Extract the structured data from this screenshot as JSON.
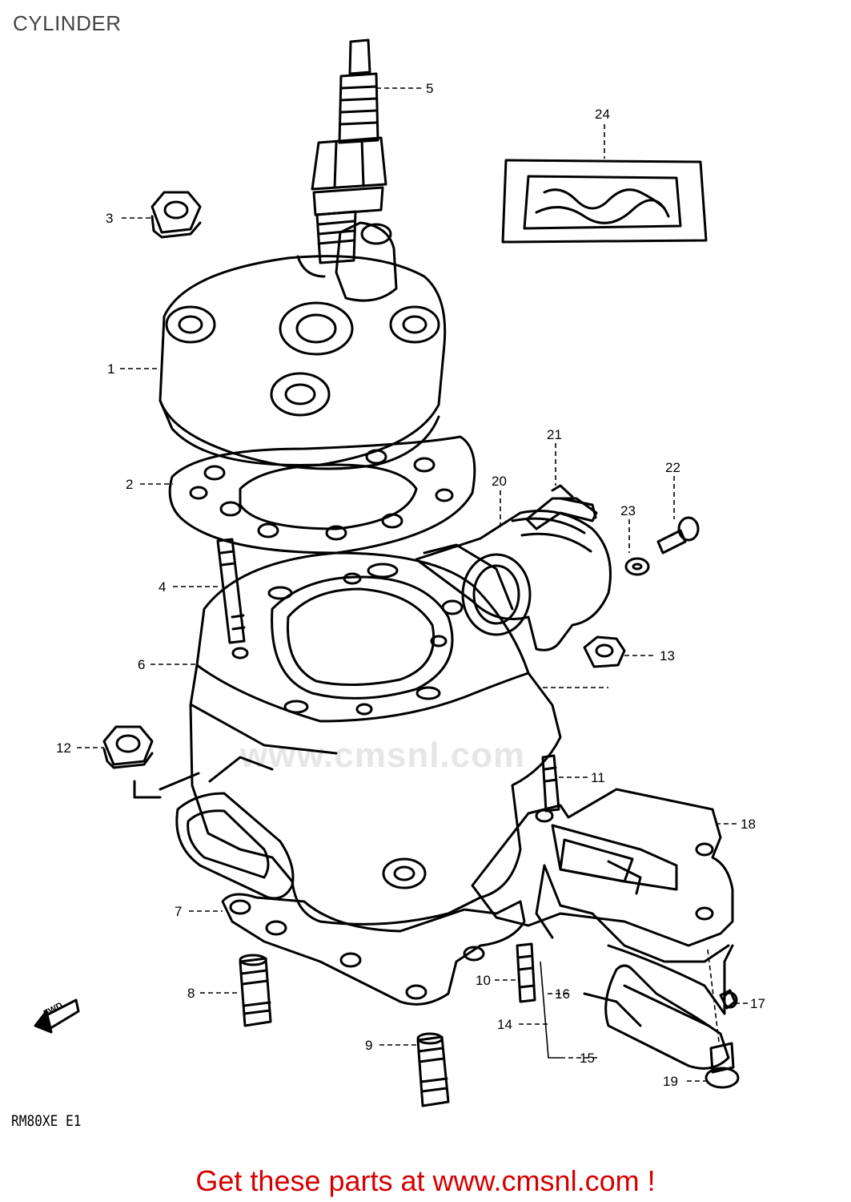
{
  "page": {
    "title": "CYLINDER",
    "model_code": "RM80XE E1",
    "promo_text": "Get these parts at www.cmsnl.com !",
    "watermark_text": "www.cmsnl.com",
    "promo_color": "#d40000",
    "fwd_mark": "FWD"
  },
  "callouts": [
    "1",
    "2",
    "3",
    "4",
    "5",
    "6",
    "7",
    "8",
    "9",
    "10",
    "11",
    "12",
    "13",
    "14",
    "15",
    "16",
    "17",
    "18",
    "19",
    "20",
    "21",
    "22",
    "23",
    "24"
  ]
}
